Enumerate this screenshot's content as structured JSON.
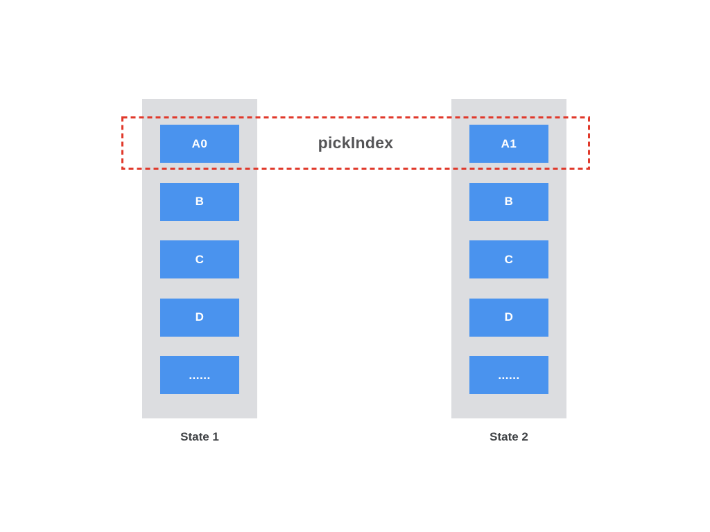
{
  "colors": {
    "box_blue": "#4a93ee",
    "column_gray": "#dcdde0",
    "highlight_red": "#e0392b",
    "box_text_white": "#ffffff",
    "pick_label_gray": "#545456",
    "state_label_dark": "#3f4245"
  },
  "highlight": {
    "label": "pickIndex"
  },
  "states": [
    {
      "label": "State 1",
      "boxes": [
        "A0",
        "B",
        "C",
        "D",
        "......"
      ]
    },
    {
      "label": "State 2",
      "boxes": [
        "A1",
        "B",
        "C",
        "D",
        "......"
      ]
    }
  ]
}
